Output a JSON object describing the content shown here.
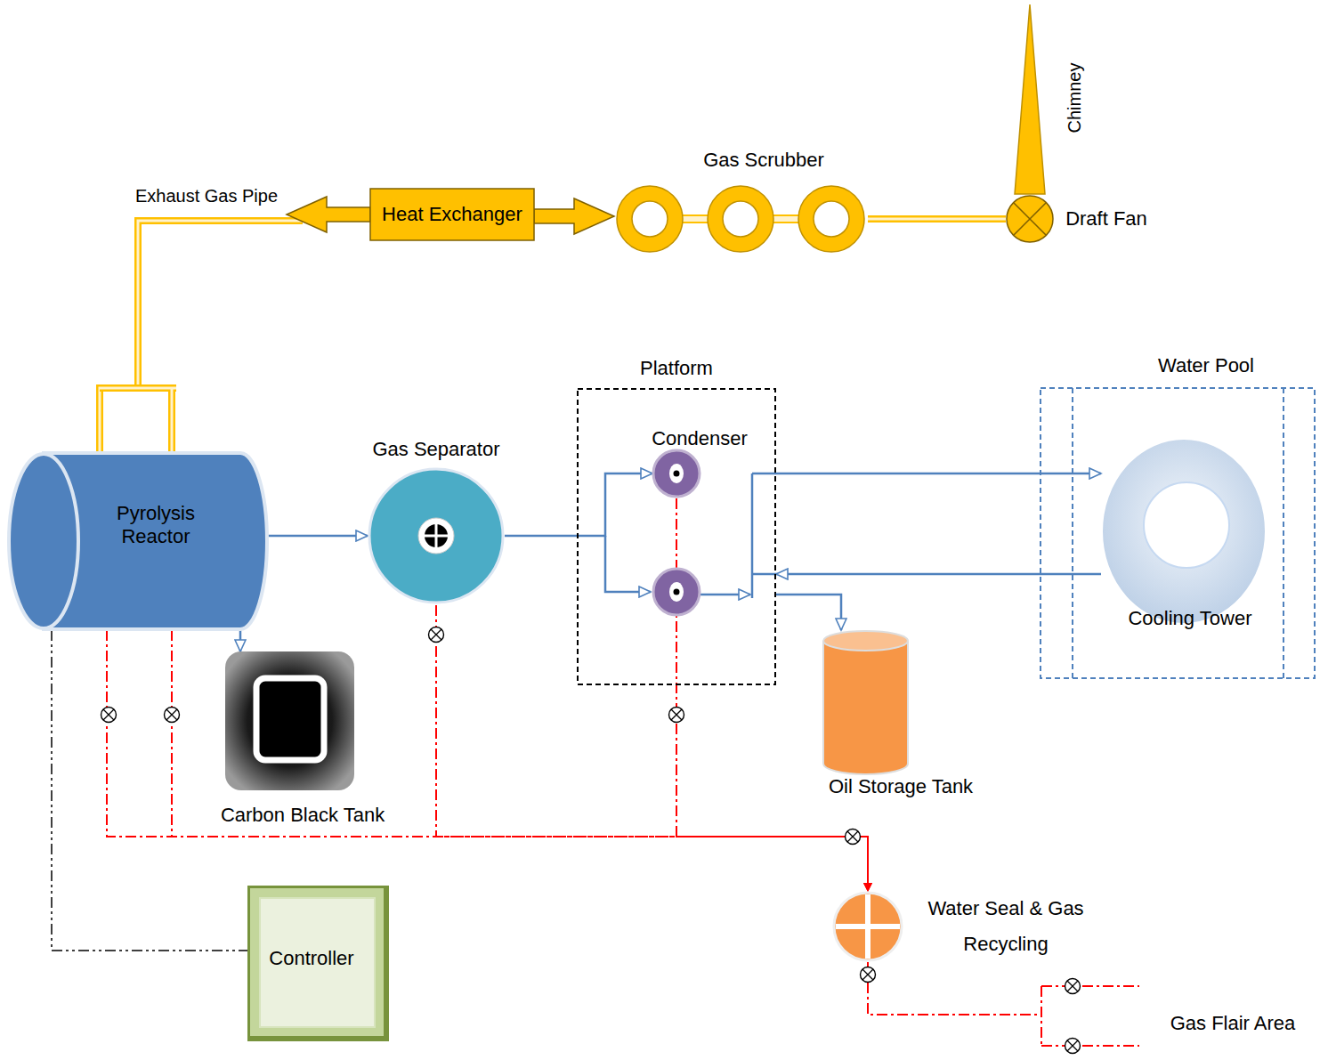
{
  "diagram": {
    "nodes": [
      {
        "text": [
          "Heat Exchanger"
        ]
      },
      {
        "text": [
          "Gas Scrubber"
        ]
      },
      {
        "text": [
          "Chimney"
        ]
      },
      {
        "text": [
          "Draft Fan"
        ]
      },
      {
        "text": [
          "Pyrolysis Reactor"
        ]
      },
      {
        "text": [
          "Gas Separator"
        ]
      },
      {
        "text": [
          "Platform"
        ]
      },
      {
        "text": [
          "Condenser"
        ],
        "in": 6
      },
      {
        "text": [
          "Water Pool"
        ]
      },
      {
        "text": [
          "Cooling Tower"
        ],
        "in": 8
      },
      {
        "text": [
          "Carbon Black Tank"
        ]
      },
      {
        "text": [
          "Oil Storage Tank"
        ]
      },
      {
        "text": [
          "Water Seal & Gas Recycling"
        ]
      },
      {
        "text": [
          "Controller"
        ]
      }
    ],
    "edges": [
      {
        "from": 0,
        "to": 4,
        "arrow": "to"
      },
      {
        "from": 0,
        "to": 1,
        "arrow": "to"
      },
      {
        "from": 1,
        "to": 3,
        "arrow": "none"
      },
      {
        "from": 4,
        "to": 5,
        "arrow": "to"
      },
      {
        "from": 4,
        "to": 10,
        "arrow": "to"
      },
      {
        "from": 5,
        "to": 7,
        "arrow": "to"
      },
      {
        "from": 7,
        "to": 9,
        "arrow": "to"
      },
      {
        "from": 9,
        "to": 6,
        "arrow": "to"
      },
      {
        "from": 6,
        "to": 11,
        "arrow": "to"
      },
      {
        "from": 4,
        "to": 12,
        "arrow": "to"
      },
      {
        "from": 5,
        "to": 12,
        "arrow": "to"
      },
      {
        "from": 7,
        "to": 12,
        "arrow": "to"
      },
      {
        "from": 4,
        "to": 13,
        "arrow": "none"
      }
    ],
    "labels": [
      "Exhaust Gas Pipe",
      "Gas Flair Area"
    ]
  }
}
